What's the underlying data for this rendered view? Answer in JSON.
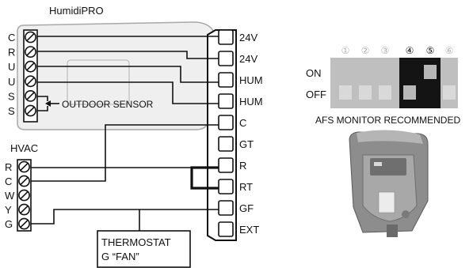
{
  "humidipro": {
    "title": "HumidiPRO",
    "terminals": [
      "C",
      "R",
      "U",
      "U",
      "S",
      "S"
    ],
    "outdoor_sensor_label": "OUTDOOR SENSOR"
  },
  "hvac": {
    "title": "HVAC",
    "terminals": [
      "R",
      "C",
      "W",
      "Y",
      "G"
    ]
  },
  "terminal_block": {
    "terminals": [
      "24V",
      "24V",
      "HUM",
      "HUM",
      "C",
      "GT",
      "R",
      "RT",
      "GF",
      "EXT"
    ]
  },
  "thermostat": {
    "line1": "THERMOSTAT",
    "line2": "G “FAN”"
  },
  "dip_switches": {
    "numbers": [
      "①",
      "②",
      "③",
      "④",
      "⑤",
      "⑥"
    ],
    "on_label": "ON",
    "off_label": "OFF",
    "caption": "AFS MONITOR RECOMMENDED",
    "states": [
      "off",
      "off",
      "off",
      "off",
      "on",
      "off"
    ],
    "highlighted": [
      false,
      false,
      false,
      true,
      true,
      false
    ],
    "colors": {
      "switch_bg": "#bfbfbf",
      "switch_knob": "#d9d9d9",
      "highlight_bg": "#141414",
      "highlight_knob": "#b8b8b8",
      "number_dim": "#b0b0b0",
      "number_active": "#111111"
    }
  },
  "colors": {
    "panel_fill": "#efefef",
    "panel_stroke": "#a8a8a8",
    "line": "#111111"
  }
}
